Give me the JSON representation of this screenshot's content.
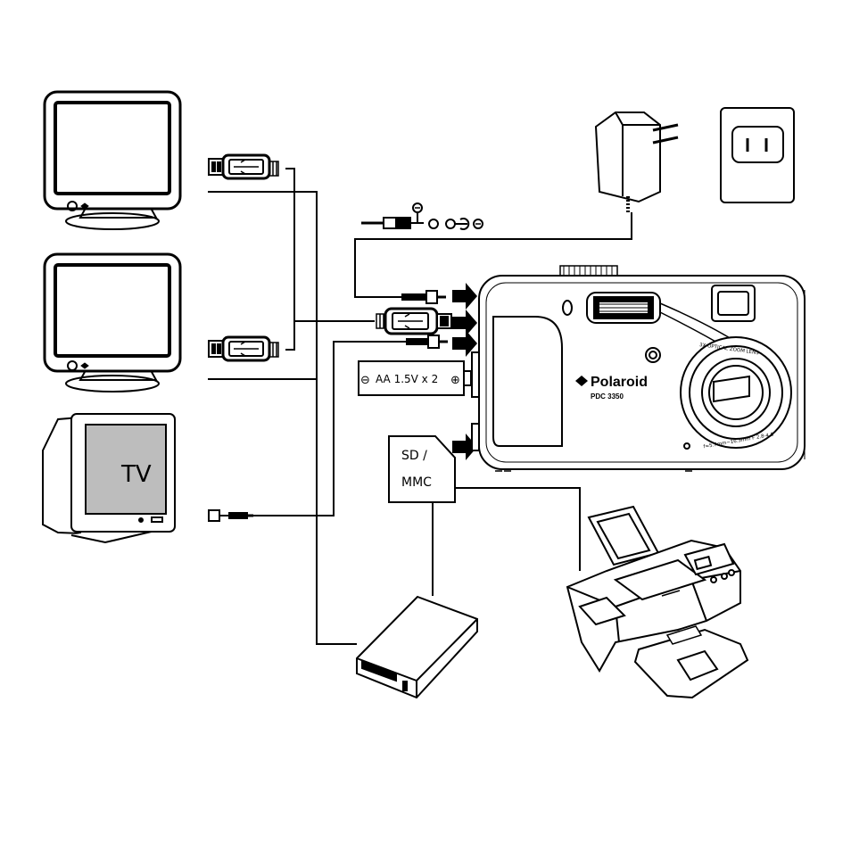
{
  "labels": {
    "tv": "TV",
    "battery": "AA 1.5V x 2",
    "battery_minus": "⊖",
    "battery_plus": "⊕",
    "card_line1": "SD /",
    "card_line2": "MMC",
    "polarity_top": "⊖",
    "polarity_bottom": "⊖",
    "camera_brand": "Polaroid",
    "camera_model": "PDC 3350",
    "lens_top": "3X OPTICAL ZOOM LENS",
    "lens_bottom": "f=5.7mm~16.3mm F 2.8-4.8"
  },
  "icons": {
    "monitor": "computer-monitor",
    "usb": "usb-plug",
    "tv": "television",
    "adapter": "ac-adapter",
    "outlet": "wall-outlet",
    "reader": "card-reader",
    "printer": "photo-printer",
    "camera": "digital-camera",
    "arrow": "connection-arrow"
  }
}
